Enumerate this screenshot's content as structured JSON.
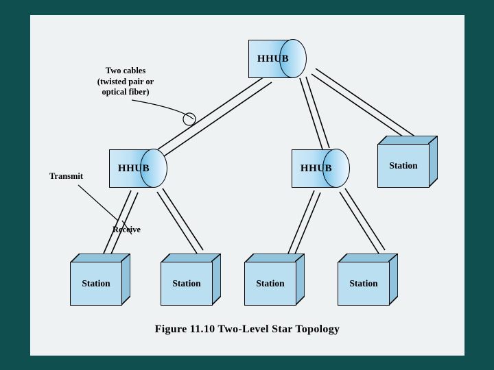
{
  "slide": {
    "background_color": "#104f4f",
    "canvas_color": "#eef2f3",
    "caption": "Figure 11.10  Two-Level Star Topology"
  },
  "nodes": {
    "root_hub": {
      "label": "HHUB",
      "type": "hub"
    },
    "hub_left": {
      "label": "HHUB",
      "type": "hub"
    },
    "hub_right": {
      "label": "HHUB",
      "type": "hub"
    },
    "station_top_right": {
      "label": "Station",
      "type": "station"
    },
    "station_1": {
      "label": "Station",
      "type": "station"
    },
    "station_2": {
      "label": "Station",
      "type": "station"
    },
    "station_3": {
      "label": "Station",
      "type": "station"
    },
    "station_4": {
      "label": "Station",
      "type": "station"
    }
  },
  "annotations": {
    "two_cables": "Two cables\n(twisted pair or\noptical fiber)",
    "transmit": "Transmit",
    "receive": "Receive"
  },
  "colors": {
    "hub_fill": "#bfe2f5",
    "hub_highlight": "#5fb7e4",
    "station_fill": "#b9dff0",
    "station_shade": "#8fc4dc",
    "outline": "#000000",
    "slide_bg": "#104f4f",
    "canvas_bg": "#eef2f3"
  }
}
